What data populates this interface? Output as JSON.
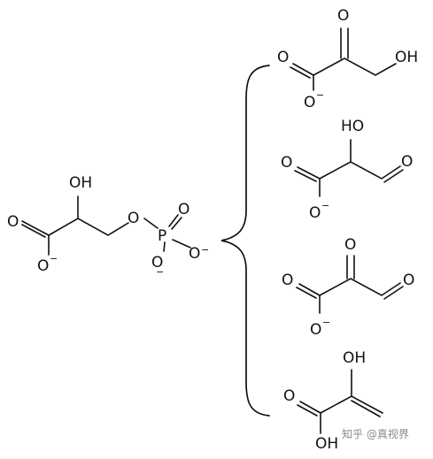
{
  "labels": {
    "o": "O",
    "oh": "OH",
    "ho": "HO",
    "p": "P",
    "minus": "−"
  },
  "watermark": "知乎 @真视界"
}
